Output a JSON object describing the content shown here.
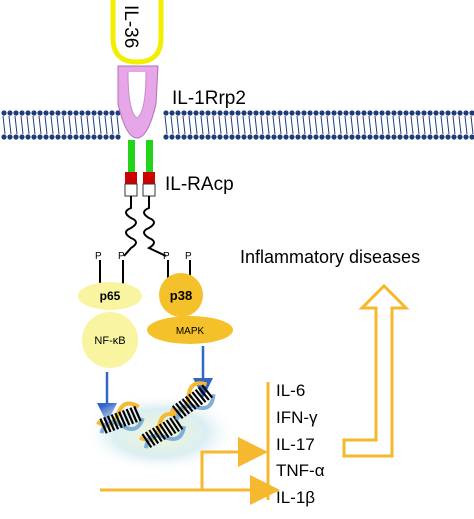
{
  "ligand": {
    "label": "IL-36"
  },
  "receptor": {
    "label": "IL-1Rrp2"
  },
  "coreceptor": {
    "label": "IL-RAcp"
  },
  "phosphate": {
    "label": "P"
  },
  "nodes": {
    "p65": "p65",
    "nfkb": "NF-κB",
    "p38": "p38",
    "mapk": "MAPK"
  },
  "outcome": {
    "label": "Inflammatory diseases"
  },
  "cytokines": [
    "IL-6",
    "IFN-γ",
    "IL-17",
    "TNF-α",
    "IL-1β"
  ],
  "colors": {
    "ligand_outline": "#f2ee00",
    "receptor": "#e7a6e8",
    "membrane": "#1e3d7a",
    "linker": "#21d31b",
    "red_box": "#cc0000",
    "p65": "#f9f4a0",
    "p38": "#f4c12a",
    "pathway_arrow": "#2f66c7",
    "output": "#f5b82e"
  }
}
